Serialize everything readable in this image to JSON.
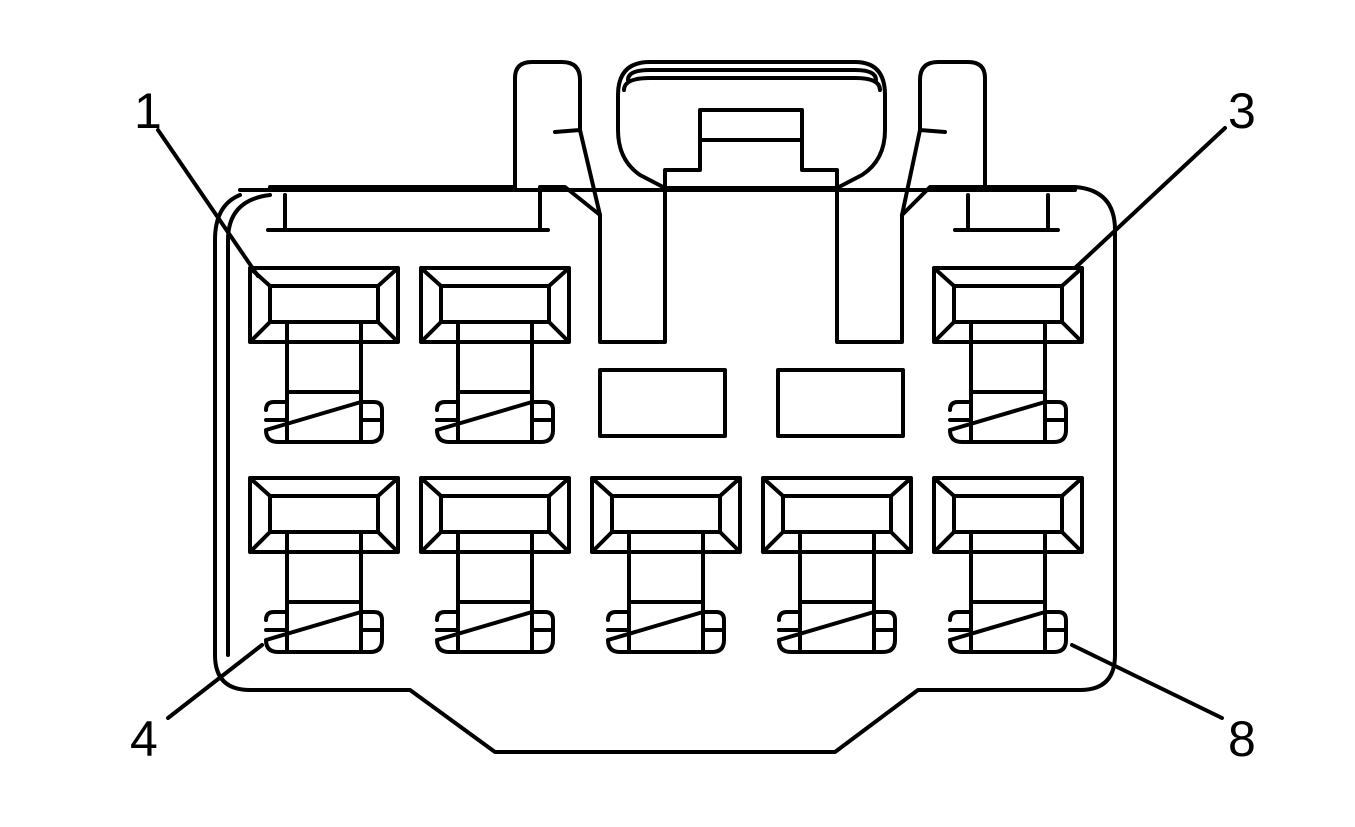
{
  "pin_labels": {
    "pin_1": "1",
    "pin_3": "3",
    "pin_4": "4",
    "pin_8": "8"
  },
  "colors": {
    "stroke": "#000000",
    "background": "#ffffff"
  }
}
